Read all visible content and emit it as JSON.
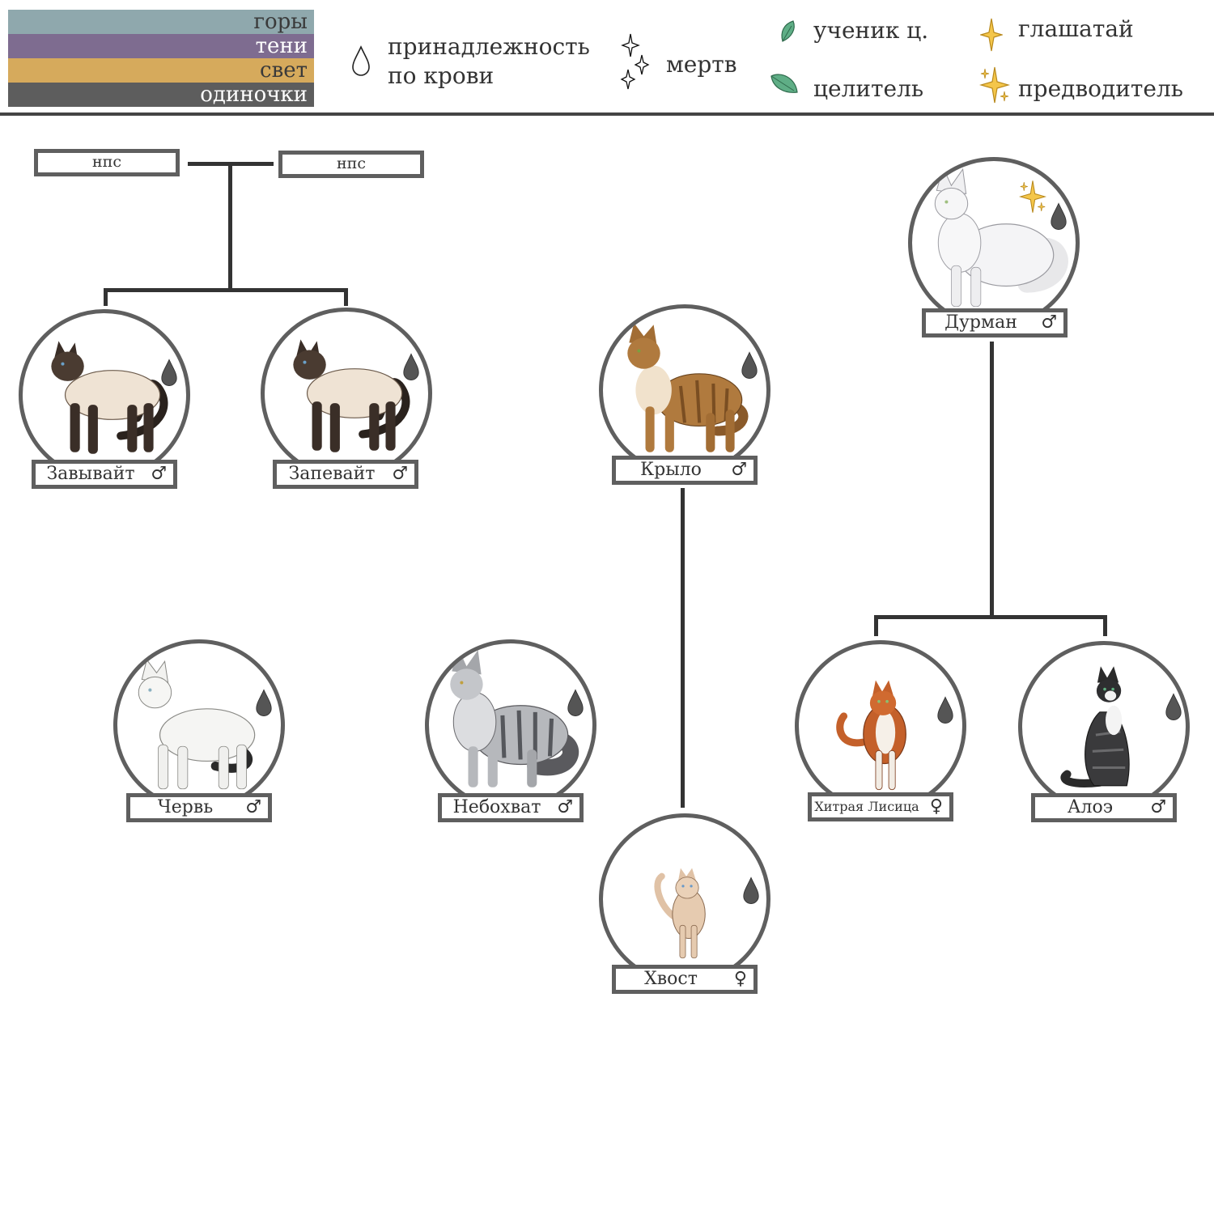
{
  "legend": {
    "colors": [
      {
        "label": "горы",
        "color": "#8fa8ad"
      },
      {
        "label": "тени",
        "color": "#7e6c90"
      },
      {
        "label": "свет",
        "color": "#d6aa5c"
      },
      {
        "label": "одиночки",
        "color": "#5d5d5d"
      }
    ],
    "blood_line1": "принадлежность",
    "blood_line2": "по крови",
    "dead": "мертв",
    "apprentice": "ученик ц.",
    "healer": "целитель",
    "herald": "глашатай",
    "leader": "предводитель"
  },
  "npc": {
    "left": "нпс",
    "right": "нпс"
  },
  "sex": {
    "male": "♂",
    "female": "♀"
  },
  "cats": [
    {
      "id": "zavyvait",
      "name": "Завывайт",
      "sex": "♂",
      "coat": "siamese",
      "eyes": "#6aa0c8"
    },
    {
      "id": "zapevait",
      "name": "Запевайт",
      "sex": "♂",
      "coat": "siamese",
      "eyes": "#6aa0c8"
    },
    {
      "id": "krylo",
      "name": "Крыло",
      "sex": "♂",
      "coat": "brown-tabby",
      "eyes": "#7aa040"
    },
    {
      "id": "durman",
      "name": "Дурман",
      "sex": "♂",
      "coat": "white-longhair",
      "eyes": "#a0c080",
      "role": "leader"
    },
    {
      "id": "cherv",
      "name": "Червь",
      "sex": "♂",
      "coat": "white-pointed",
      "eyes": "#8ab0c0"
    },
    {
      "id": "nebohvat",
      "name": "Небохват",
      "sex": "♂",
      "coat": "silver-tabby",
      "eyes": "#c0a040"
    },
    {
      "id": "hitraya",
      "name": "Хитрая Лисица",
      "sex": "♀",
      "coat": "ginger-white",
      "eyes": "#8ac070"
    },
    {
      "id": "aloe",
      "name": "Алоэ",
      "sex": "♂",
      "coat": "black-white-tabby",
      "eyes": "#60b080"
    },
    {
      "id": "hvost",
      "name": "Хвост",
      "sex": "♀",
      "coat": "cream",
      "eyes": "#6a9ac8"
    }
  ]
}
